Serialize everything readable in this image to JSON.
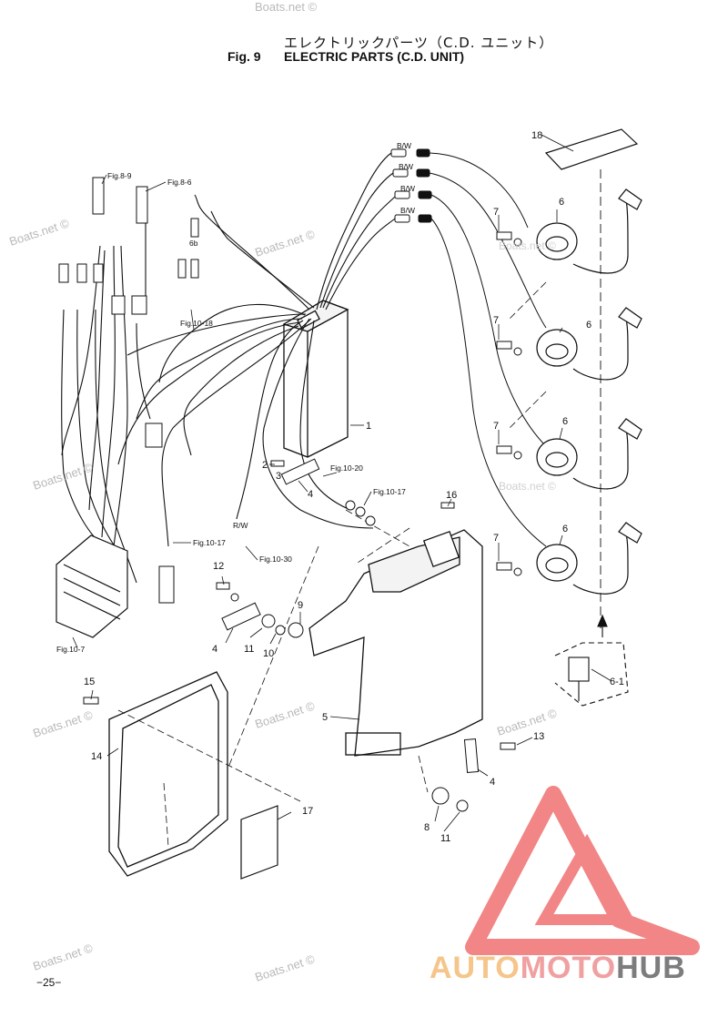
{
  "header": {
    "title_jp": "エレクトリックパーツ（C.D. ユニット）",
    "fig_label": "Fig. 9",
    "title_en": "ELECTRIC PARTS (C.D. UNIT)"
  },
  "wire_labels": [
    "B/W",
    "B/W",
    "B/W",
    "B/W",
    "R/W",
    "6b"
  ],
  "fig_refs": {
    "r1": "Fig.8-9",
    "r2": "Fig.8-6",
    "r3": "Fig.10-18",
    "r4": "Fig.10-20",
    "r5": "Fig.10-17",
    "r6": "Fig.10-17",
    "r7": "Fig.10-30",
    "r8": "Fig.10-7"
  },
  "callouts": {
    "c1": "1",
    "c2": "2",
    "c3": "3",
    "c4a": "4",
    "c4b": "4",
    "c4c": "4",
    "c5": "5",
    "c6a": "6",
    "c6b": "6",
    "c6c": "6",
    "c6d": "6",
    "c6_1": "6-1",
    "c7a": "7",
    "c7b": "7",
    "c7c": "7",
    "c7d": "7",
    "c8": "8",
    "c9": "9",
    "c10": "10",
    "c11a": "11",
    "c11b": "11",
    "c12": "12",
    "c13": "13",
    "c14": "14",
    "c15": "15",
    "c16": "16",
    "c17": "17",
    "c18": "18"
  },
  "watermarks": [
    "Boats.net ©",
    "Boats.net ©",
    "Boats.net ©",
    "Boats.net ©",
    "Boats.net ©",
    "Boats.net ©",
    "Boats.net ©",
    "Boats.net ©",
    "Boats.net ©",
    "Boats.net ©",
    "Boats.net ©"
  ],
  "footer": {
    "page_number": "−25−",
    "brand_auto": "AUTO",
    "brand_moto": "MOTO",
    "brand_hub": "HUB"
  },
  "colors": {
    "logo_red": "#f07070",
    "logo_gold": "#f5c58a",
    "logo_gray": "#7d7d7d"
  }
}
